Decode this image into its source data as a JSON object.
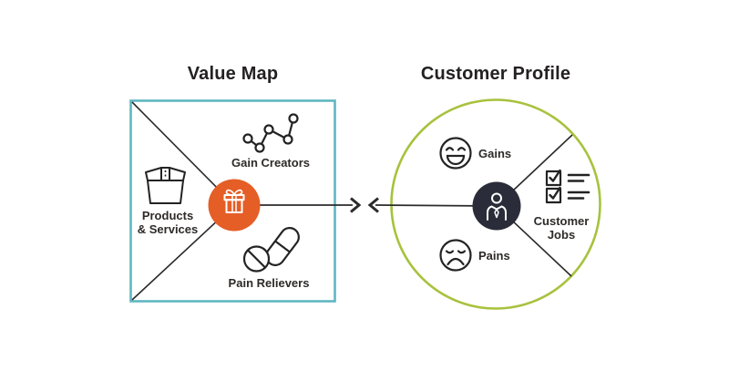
{
  "titles": {
    "value_map": "Value Map",
    "customer_profile": "Customer Profile"
  },
  "value_map": {
    "center_icon": "gift-icon",
    "gain_creators": {
      "label": "Gain Creators",
      "icon": "line-chart-icon"
    },
    "products_services": {
      "label_line1": "Products",
      "label_line2": "& Services",
      "icon": "package-box-icon"
    },
    "pain_relievers": {
      "label": "Pain Relievers",
      "icon": "pills-icon"
    }
  },
  "customer_profile": {
    "center_icon": "person-icon",
    "gains": {
      "label": "Gains",
      "icon": "laughing-face-icon"
    },
    "pains": {
      "label": "Pains",
      "icon": "sad-face-icon"
    },
    "customer_jobs": {
      "label_line1": "Customer",
      "label_line2": "Jobs",
      "icon": "checklist-icon"
    }
  },
  "colors": {
    "square_border": "#5fb7c2",
    "circle_border": "#a7c23d",
    "orange_circle": "#e55e26",
    "dark_circle": "#2a2d39",
    "line": "#2b2b2b",
    "icon_stroke": "#232323",
    "icon_on_color": "#ffffff",
    "text": "#2d2a28",
    "background": "#ffffff"
  }
}
